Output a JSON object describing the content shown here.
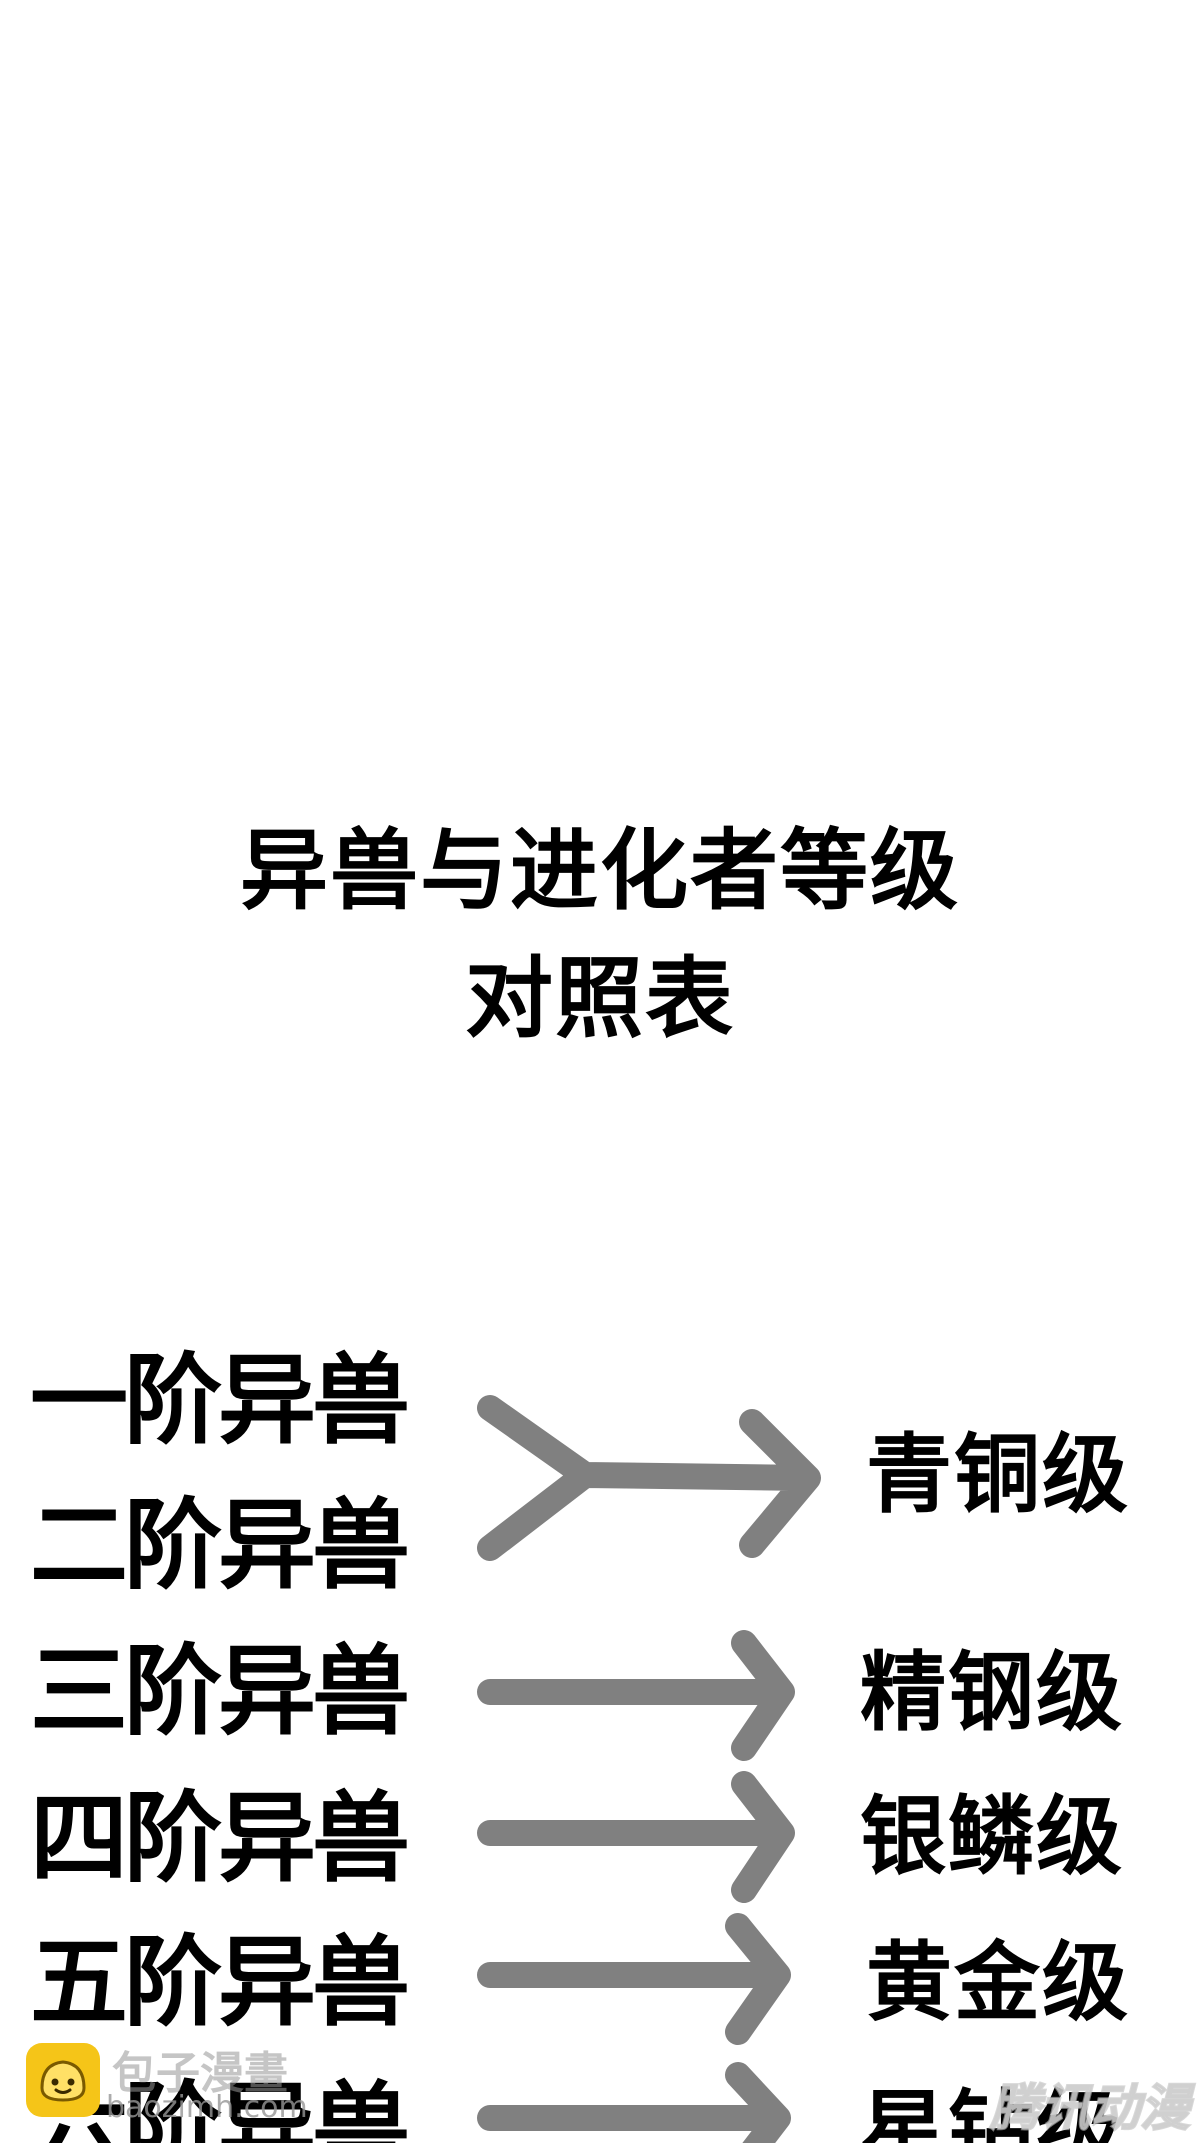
{
  "title": {
    "line1": "异兽与进化者等级",
    "line2": "对照表"
  },
  "beasts": [
    "一阶异兽",
    "二阶异兽",
    "三阶异兽",
    "四阶异兽",
    "五阶异兽",
    "六阶异兽"
  ],
  "ranks": [
    "青铜级",
    "精钢级",
    "银鳞级",
    "黄金级",
    "星钻级"
  ],
  "colors": {
    "text": "#000000",
    "arrow": "#808080",
    "logo": "#f5c518"
  },
  "watermark": {
    "logo_icon": "bun-face-icon",
    "site_name": "包子漫畫",
    "site_url": "baozimh.com",
    "right_mark": "腾讯动漫"
  }
}
